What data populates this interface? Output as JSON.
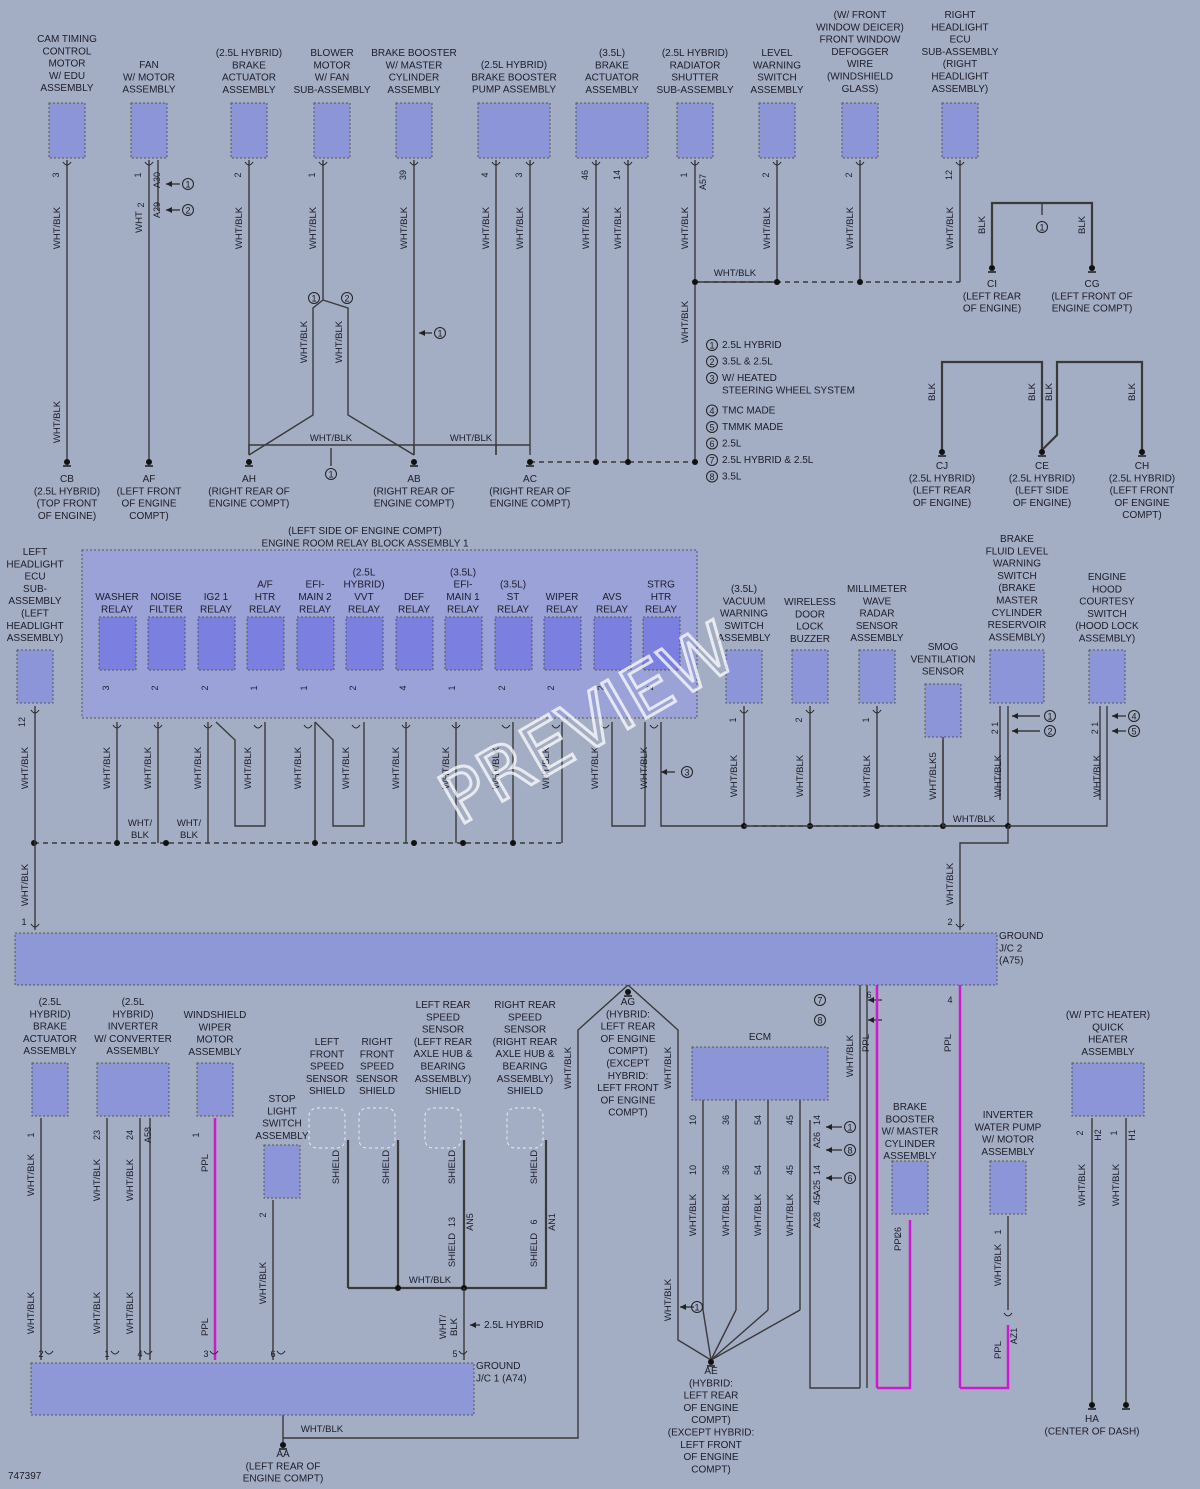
{
  "figure_id": "747397",
  "watermark": "PREVIEW",
  "wire_color_label": "WHT/BLK",
  "wire_color_label_short": "WHT/ BLK",
  "wire_color_ppl": "PPL",
  "wire_color_blk": "BLK",
  "wire_color_shield": "SHIELD",
  "condition_25l_hybrid": "2.5L HYBRID",
  "colors": {
    "background": "#a3adc4",
    "component": "#8b95d8",
    "relay": "#7b80e0",
    "relay_block": "#9aa2d8",
    "junction": "#8f98d6",
    "wire": "#3a3a3a",
    "ppl_wire": "#d018d0"
  },
  "legend": [
    {
      "num": "1",
      "text": "2.5L HYBRID"
    },
    {
      "num": "2",
      "text": "3.5L & 2.5L"
    },
    {
      "num": "3",
      "text": "W/ HEATED|STEERING WHEEL SYSTEM"
    },
    {
      "num": "4",
      "text": "TMC MADE"
    },
    {
      "num": "5",
      "text": "TMMK MADE"
    },
    {
      "num": "6",
      "text": "2.5L"
    },
    {
      "num": "7",
      "text": "2.5L HYBRID & 2.5L"
    },
    {
      "num": "8",
      "text": "3.5L"
    }
  ],
  "top_components": [
    {
      "id": "cam",
      "label": "CAM TIMING|CONTROL|MOTOR|W/ EDU|ASSEMBLY"
    },
    {
      "id": "fan",
      "label": "FAN|W/ MOTOR|ASSEMBLY"
    },
    {
      "id": "brake_act",
      "label": "(2.5L HYBRID)|BRAKE|ACTUATOR|ASSEMBLY"
    },
    {
      "id": "blower",
      "label": "BLOWER|MOTOR|W/ FAN|SUB-ASSEMBLY"
    },
    {
      "id": "booster",
      "label": "BRAKE BOOSTER|W/ MASTER|CYLINDER|ASSEMBLY"
    },
    {
      "id": "pump",
      "label": "(2.5L HYBRID)|BRAKE BOOSTER|PUMP ASSEMBLY"
    },
    {
      "id": "brake_act35",
      "label": "(3.5L)|BRAKE|ACTUATOR|ASSEMBLY"
    },
    {
      "id": "shutter",
      "label": "(2.5L HYBRID)|RADIATOR|SHUTTER|SUB-ASSEMBLY"
    },
    {
      "id": "level",
      "label": "LEVEL|WARNING|SWITCH|ASSEMBLY"
    },
    {
      "id": "deicer",
      "label": "(W/ FRONT|WINDOW DEICER)|FRONT WINDOW|DEFOGGER|WIRE|(WINDSHIELD|GLASS)"
    },
    {
      "id": "rhead",
      "label": "RIGHT|HEADLIGHT|ECU|SUB-ASSEMBLY|(RIGHT|HEADLIGHT|ASSEMBLY)"
    }
  ],
  "grounds_top": [
    {
      "id": "CB",
      "label": "CB|(2.5L HYBRID)|(TOP FRONT|OF ENGINE)"
    },
    {
      "id": "AF",
      "label": "AF|(LEFT FRONT|OF ENGINE|COMPT)"
    },
    {
      "id": "AH",
      "label": "AH|(RIGHT REAR OF|ENGINE COMPT)"
    },
    {
      "id": "AB",
      "label": "AB|(RIGHT REAR OF|ENGINE COMPT)"
    },
    {
      "id": "AC",
      "label": "AC|(RIGHT REAR OF|ENGINE COMPT)"
    },
    {
      "id": "CI",
      "label": "CI|(LEFT REAR|OF ENGINE)"
    },
    {
      "id": "CG",
      "label": "CG|(LEFT FRONT OF|ENGINE COMPT)"
    },
    {
      "id": "CJ",
      "label": "CJ|(2.5L HYBRID)|(LEFT REAR|OF ENGINE)"
    },
    {
      "id": "CE",
      "label": "CE|(2.5L HYBRID)|(LEFT SIDE|OF ENGINE)"
    },
    {
      "id": "CH",
      "label": "CH|(2.5L HYBRID)|(LEFT FRONT|OF ENGINE|COMPT)"
    }
  ],
  "relay_block": {
    "title": "(LEFT SIDE OF ENGINE COMPT)|ENGINE ROOM RELAY BLOCK ASSEMBLY 1",
    "relays": [
      {
        "label": "WASHER|RELAY",
        "pin": "3"
      },
      {
        "label": "NOISE|FILTER",
        "pin": "2"
      },
      {
        "label": "IG2 1|RELAY",
        "pin": "2"
      },
      {
        "label": "A/F|HTR|RELAY",
        "pin": "1"
      },
      {
        "label": "EFI-|MAIN 2|RELAY",
        "pin": "1"
      },
      {
        "label": "(2.5L|HYBRID)|VVT|RELAY",
        "pin": "2"
      },
      {
        "label": "DEF|RELAY",
        "pin": "4"
      },
      {
        "label": "(3.5L)|EFI-|MAIN 1|RELAY",
        "pin": "1"
      },
      {
        "label": "(3.5L)|ST|RELAY",
        "pin": "2"
      },
      {
        "label": "WIPER|RELAY",
        "pin": "2"
      },
      {
        "label": "AVS|RELAY",
        "pin": "2"
      },
      {
        "label": "STRG|HTR|RELAY",
        "pin": "2"
      }
    ]
  },
  "mid_components": [
    {
      "id": "lhead",
      "label": "LEFT|HEADLIGHT|ECU|SUB-|ASSEMBLY|(LEFT|HEADLIGHT|ASSEMBLY)"
    },
    {
      "id": "vacuum",
      "label": "(3.5L)|VACUUM|WARNING|SWITCH|ASSEMBLY"
    },
    {
      "id": "buzzer",
      "label": "WIRELESS|DOOR|LOCK|BUZZER"
    },
    {
      "id": "radar",
      "label": "MILLIMETER|WAVE|RADAR|SENSOR|ASSEMBLY"
    },
    {
      "id": "smog",
      "label": "SMOG|VENTILATION|SENSOR"
    },
    {
      "id": "fluid",
      "label": "BRAKE|FLUID LEVEL|WARNING|SWITCH|(BRAKE|MASTER|CYLINDER|RESERVOIR|ASSEMBLY)"
    },
    {
      "id": "hood",
      "label": "ENGINE|HOOD|COURTESY|SWITCH|(HOOD LOCK|ASSEMBLY)"
    }
  ],
  "jc2": {
    "label": "GROUND|J/C 2|(A75)"
  },
  "jc1": {
    "label": "GROUND|J/C 1 (A74)"
  },
  "bottom_components": [
    {
      "id": "b_brake",
      "label": "(2.5L|HYBRID)|BRAKE|ACTUATOR|ASSEMBLY"
    },
    {
      "id": "b_inv",
      "label": "(2.5L|HYBRID)|INVERTER|W/ CONVERTER|ASSEMBLY"
    },
    {
      "id": "b_wiper",
      "label": "WINDSHIELD|WIPER|MOTOR|ASSEMBLY"
    },
    {
      "id": "b_stop",
      "label": "STOP|LIGHT|SWITCH|ASSEMBLY"
    },
    {
      "id": "b_lfs",
      "label": "LEFT|FRONT|SPEED|SENSOR|SHIELD"
    },
    {
      "id": "b_rfs",
      "label": "RIGHT|FRONT|SPEED|SENSOR|SHIELD"
    },
    {
      "id": "b_lrs",
      "label": "LEFT REAR|SPEED|SENSOR|(LEFT REAR|AXLE HUB &|BEARING|ASSEMBLY)|SHIELD"
    },
    {
      "id": "b_rrs",
      "label": "RIGHT REAR|SPEED|SENSOR|(RIGHT REAR|AXLE HUB &|BEARING|ASSEMBLY)|SHIELD"
    },
    {
      "id": "b_ecm",
      "label": "ECM"
    },
    {
      "id": "b_bbooster",
      "label": "BRAKE|BOOSTER|W/ MASTER|CYLINDER|ASSEMBLY"
    },
    {
      "id": "b_pump",
      "label": "INVERTER|WATER PUMP|W/ MOTOR|ASSEMBLY"
    },
    {
      "id": "b_ptc",
      "label": "(W/ PTC HEATER)|QUICK|HEATER|ASSEMBLY"
    }
  ],
  "grounds_bottom": [
    {
      "id": "AG",
      "label": "AG|(HYBRID:|LEFT REAR|OF ENGINE|COMPT)|(EXCEPT|HYBRID:|LEFT FRONT|OF ENGINE|COMPT)"
    },
    {
      "id": "AE",
      "label": "AE|(HYBRID:|LEFT REAR|OF ENGINE|COMPT)|(EXCEPT HYBRID:|LEFT FRONT|OF ENGINE|COMPT)"
    },
    {
      "id": "AA",
      "label": "AA|(LEFT REAR OF|ENGINE COMPT)"
    },
    {
      "id": "HA",
      "label": "HA|(CENTER OF DASH)"
    }
  ]
}
